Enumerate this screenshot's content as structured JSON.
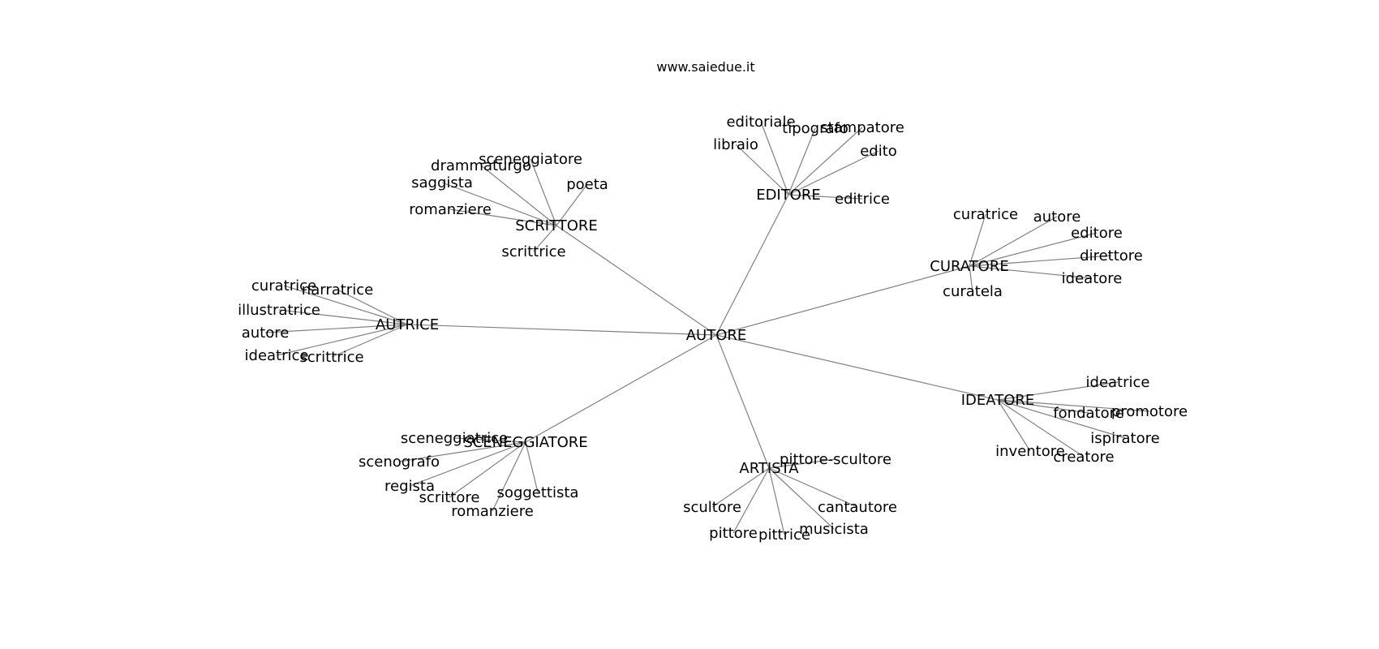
{
  "title": "www.saiedue.it",
  "colors": {
    "edge": "#808080",
    "text": "#000000",
    "background": "#ffffff"
  },
  "graph": {
    "center": "AUTORE",
    "groups": [
      {
        "hub": "EDITORE",
        "leaves": [
          "editoriale",
          "tipografo",
          "stampatore",
          "libraio",
          "edito",
          "editrice"
        ]
      },
      {
        "hub": "SCRITTORE",
        "leaves": [
          "drammaturgo",
          "sceneggiatore",
          "saggista",
          "poeta",
          "romanziere",
          "scrittrice"
        ]
      },
      {
        "hub": "CURATORE",
        "leaves": [
          "curatrice",
          "autore",
          "editore",
          "direttore",
          "ideatore",
          "curatela"
        ]
      },
      {
        "hub": "AUTRICE",
        "leaves": [
          "curatrice",
          "narratrice",
          "illustratrice",
          "autore",
          "ideatrice",
          "scrittrice"
        ]
      },
      {
        "hub": "IDEATORE",
        "leaves": [
          "ideatrice",
          "promotore",
          "fondatore",
          "ispiratore",
          "inventore",
          "creatore"
        ]
      },
      {
        "hub": "SCENEGGIATORE",
        "leaves": [
          "sceneggiatrice",
          "scenografo",
          "regista",
          "soggettista",
          "scrittore",
          "romanziere"
        ]
      },
      {
        "hub": "ARTISTA",
        "leaves": [
          "pittore-scultore",
          "scultore",
          "cantautore",
          "musicista",
          "pittore",
          "pittrice"
        ]
      }
    ]
  }
}
